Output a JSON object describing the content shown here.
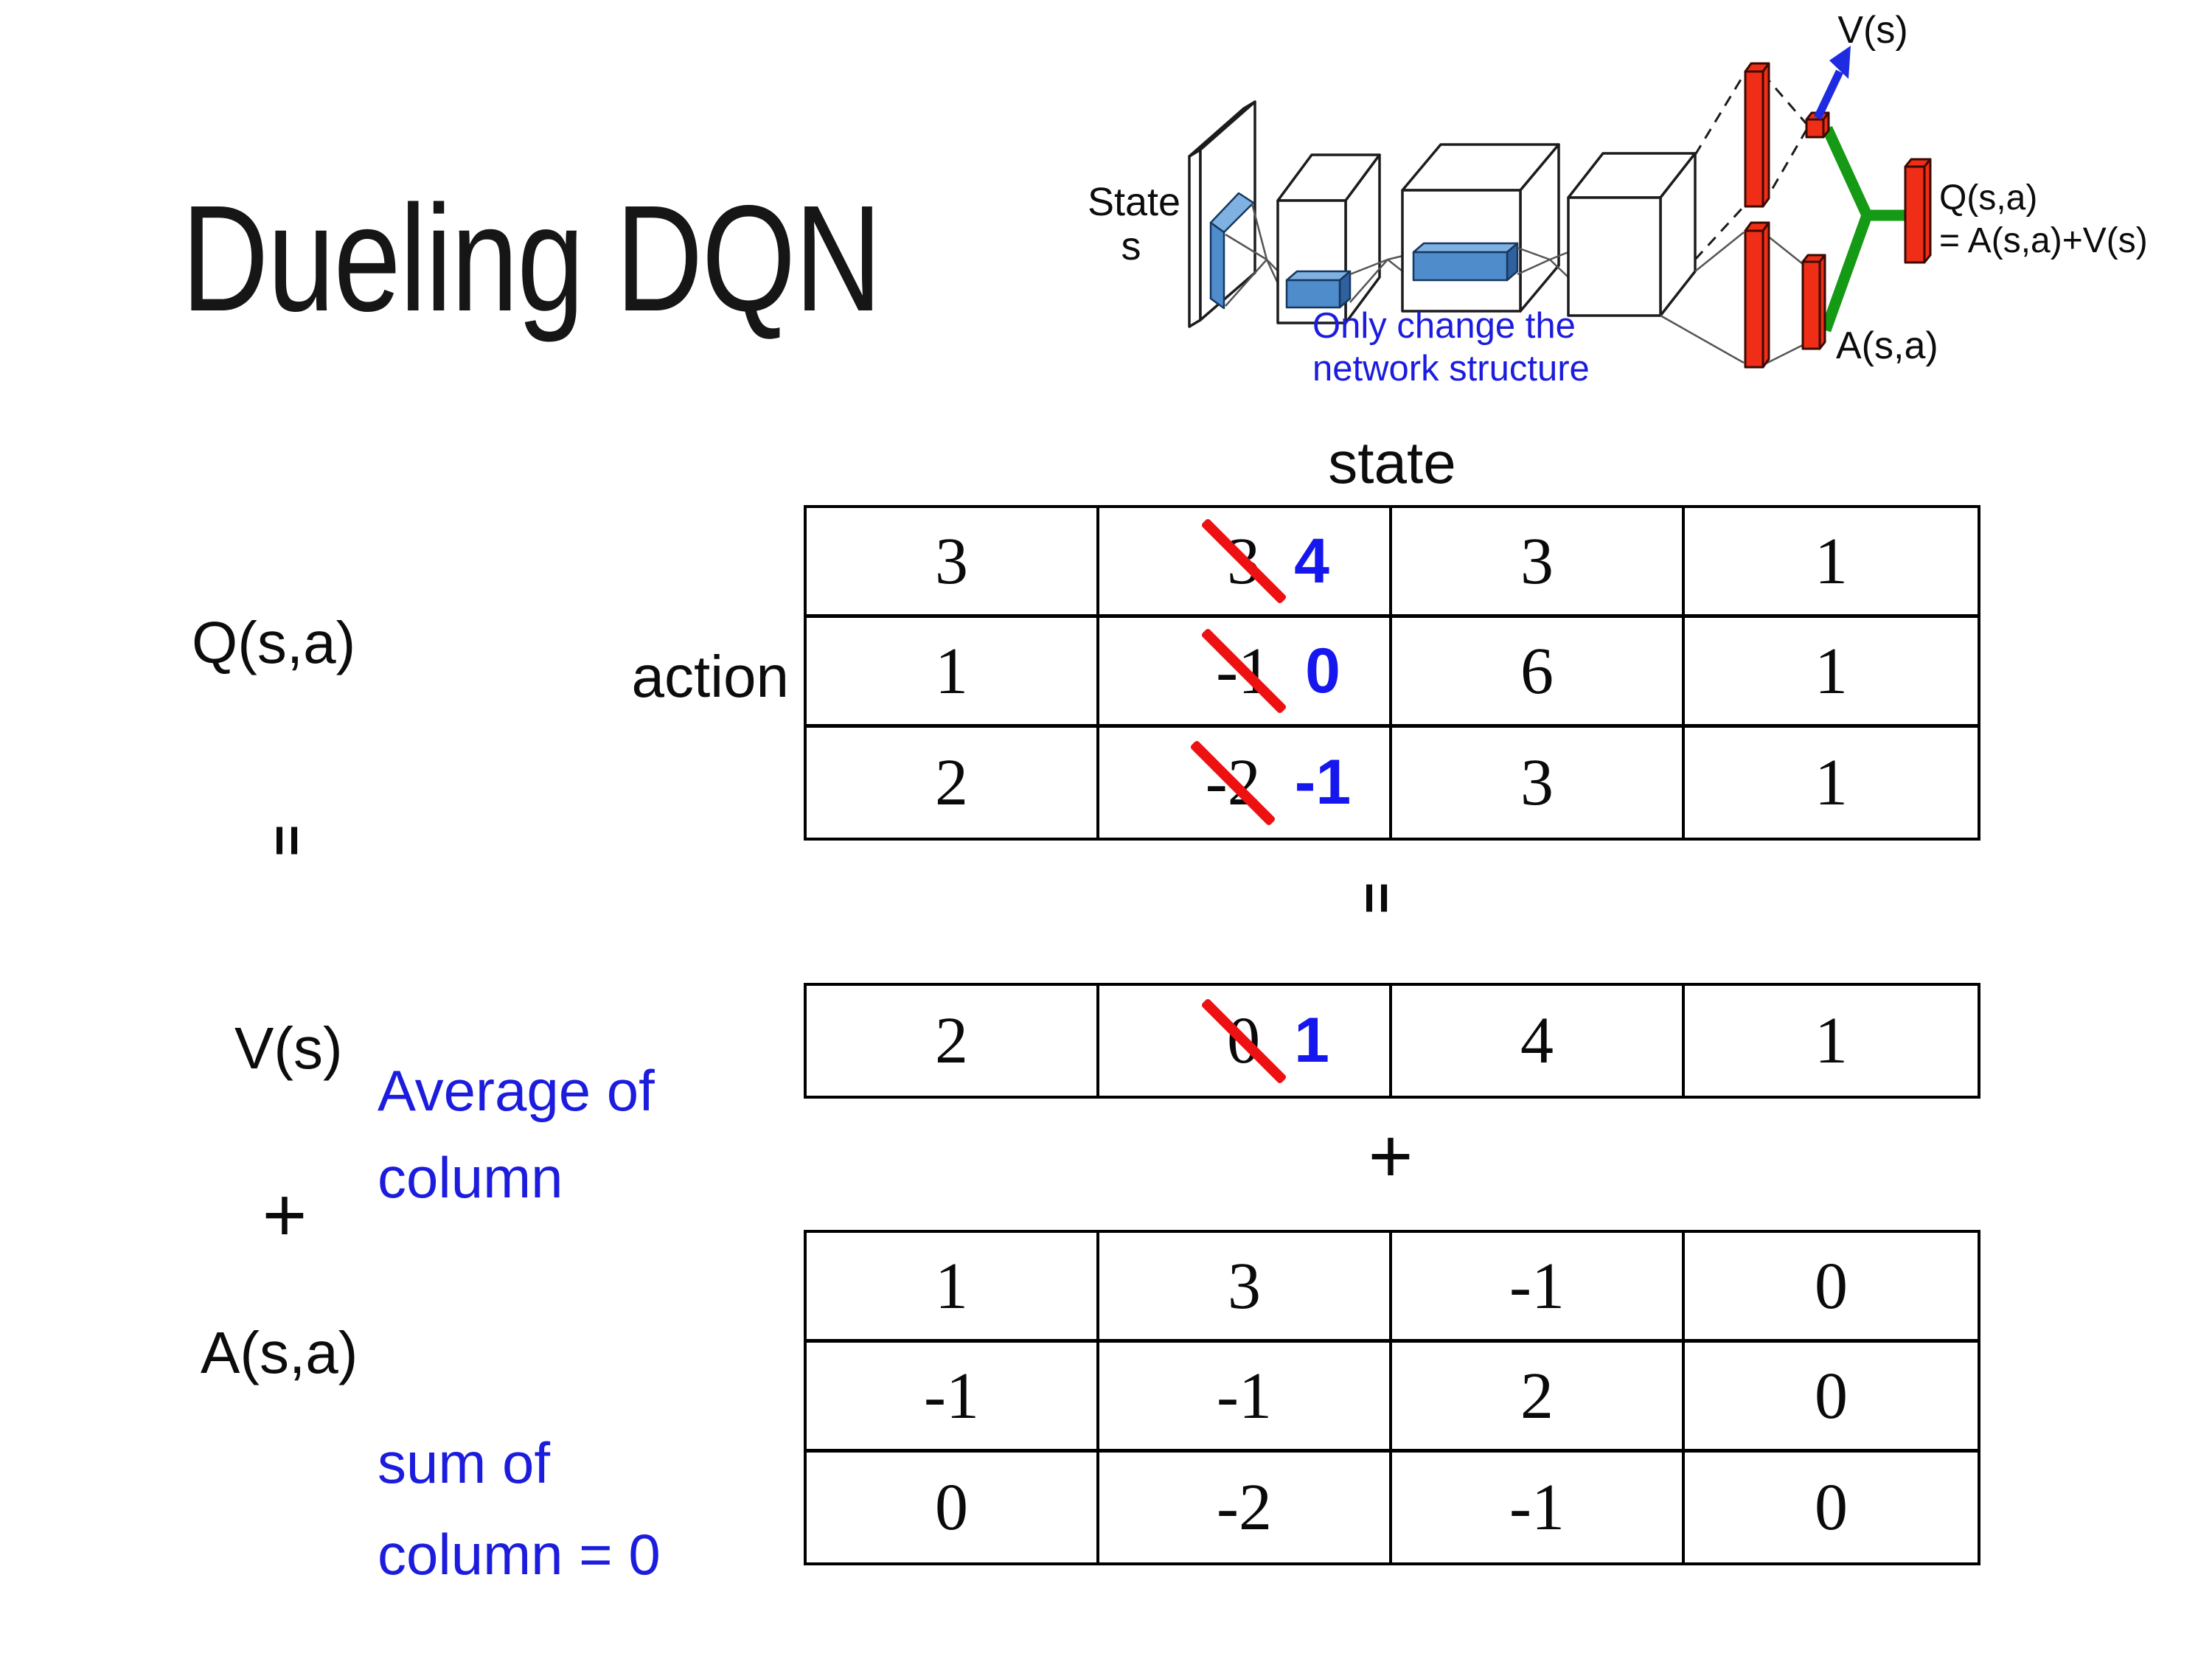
{
  "colors": {
    "accent_blue": "#1616EE",
    "note_blue": "#1C1CDE",
    "strike_red": "#EE1111",
    "bar_red": "#F02D16",
    "link_green": "#149A14",
    "arrow_blue": "#1F2BE0"
  },
  "title": "Dueling DQN",
  "diagram": {
    "input_label_1": "State",
    "input_label_2": "s",
    "caption_1": "Only change the",
    "caption_2": "network structure",
    "v_out_label": "V(s)",
    "a_out_label": "A(s,a)",
    "q_out_label_1": "Q(s,a)",
    "q_out_label_2": "= A(s,a)+V(s)"
  },
  "equation": {
    "q_label": "Q(s,a)",
    "v_label": "V(s)",
    "a_label": "A(s,a)",
    "equals": "=",
    "plus": "+",
    "state_header": "state",
    "action_label": "action",
    "avg_note_1": "Average of",
    "avg_note_2": "column",
    "sum_note_1": "sum of",
    "sum_note_2": "column = 0"
  },
  "q_table": {
    "rows": [
      {
        "c0": "3",
        "old": "3",
        "new": "4",
        "c2": "3",
        "c3": "1"
      },
      {
        "c0": "1",
        "old": "-1",
        "new": "0",
        "c2": "6",
        "c3": "1"
      },
      {
        "c0": "2",
        "old": "-2",
        "new": "-1",
        "c2": "3",
        "c3": "1"
      }
    ]
  },
  "v_table": {
    "c0": "2",
    "old": "0",
    "new": "1",
    "c2": "4",
    "c3": "1"
  },
  "a_table": {
    "rows": [
      {
        "c0": "1",
        "c1": "3",
        "c2": "-1",
        "c3": "0"
      },
      {
        "c0": "-1",
        "c1": "-1",
        "c2": "2",
        "c3": "0"
      },
      {
        "c0": "0",
        "c1": "-2",
        "c2": "-1",
        "c3": "0"
      }
    ]
  }
}
